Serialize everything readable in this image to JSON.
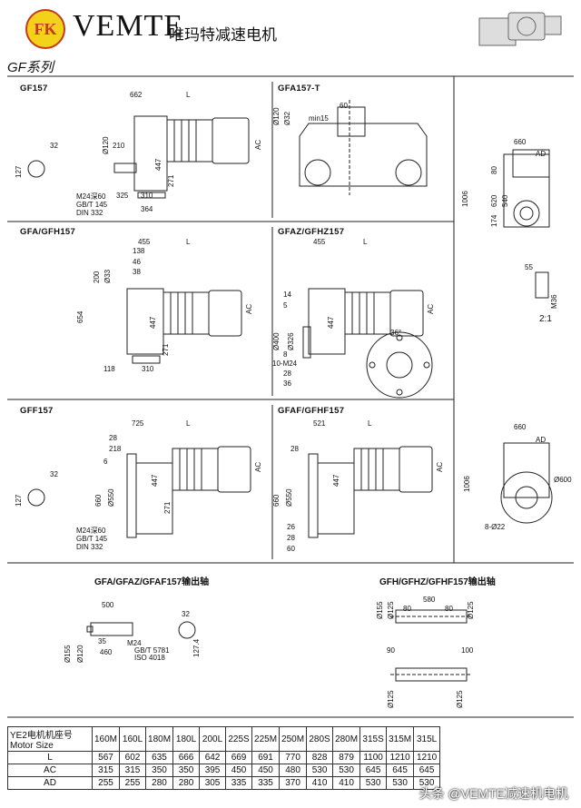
{
  "header": {
    "logo_text": "FK",
    "brand": "VEMTE",
    "tagline": "唯玛特减速电机",
    "series": "GF系列"
  },
  "panels": {
    "gf157": "GF157",
    "gfa157t": "GFA157-T",
    "gfa_gfh157": "GFA/GFH157",
    "gfaz_gfhz157": "GFAZ/GFHZ157",
    "gff157": "GFF157",
    "gfaf_gfhf157": "GFAF/GFHF157",
    "shaft_left": "GFA/GFAZ/GFAF157输出轴",
    "shaft_right": "GFH/GFHZ/GFHF157输出轴"
  },
  "dims": {
    "d662": "662",
    "L": "L",
    "AC": "AC",
    "AD": "AD",
    "d32": "32",
    "d127": "127",
    "d120": "Ø120",
    "d210": "210",
    "d447": "447",
    "d271": "271",
    "d325": "325",
    "d310": "310",
    "d364": "364",
    "gf_note1": "M24深60",
    "gf_note2": "GB/T 145",
    "gf_note3": "DIN 332",
    "d60": "60",
    "d32k": "Ø32",
    "min15": "min15",
    "d660": "660",
    "d80": "80",
    "d620": "620",
    "d540": "540",
    "d174": "174",
    "d1006": "1006",
    "d55": "55",
    "m36": "M36",
    "ratio": "2:1",
    "d455": "455",
    "d138": "138",
    "d46": "46",
    "d38": "38",
    "d200": "200",
    "d33": "Ø33",
    "d654": "654",
    "d118": "118",
    "d14": "14",
    "d5": "5",
    "d400": "Ø400",
    "d326": "Ø326",
    "d8": "8",
    "m10": "10-M24",
    "d28": "28",
    "d36": "36",
    "a36": "36°",
    "d725": "725",
    "d218": "218",
    "d6": "6",
    "d550": "Ø550",
    "d600": "Ø600",
    "d521": "521",
    "d26": "26",
    "d22": "8-Ø22",
    "d500": "500",
    "d35": "35",
    "d460": "460",
    "d155": "Ø155",
    "m24": "M24",
    "gb5781": "GB/T 5781",
    "iso4018": "ISO 4018",
    "d1274": "127.4",
    "d580": "580",
    "d90": "90",
    "d100": "100",
    "d125": "Ø125"
  },
  "table": {
    "header_label": "YE2电机机座号",
    "header_label2": "Motor Size",
    "sizes": [
      "160M",
      "160L",
      "180M",
      "180L",
      "200L",
      "225S",
      "225M",
      "250M",
      "280S",
      "280M",
      "315S",
      "315M",
      "315L"
    ],
    "rows": [
      {
        "label": "L",
        "values": [
          "567",
          "602",
          "635",
          "666",
          "642",
          "669",
          "691",
          "770",
          "828",
          "879",
          "1100",
          "1210",
          "1210"
        ]
      },
      {
        "label": "AC",
        "values": [
          "315",
          "315",
          "350",
          "350",
          "395",
          "450",
          "450",
          "480",
          "530",
          "530",
          "645",
          "645",
          "645"
        ]
      },
      {
        "label": "AD",
        "values": [
          "255",
          "255",
          "280",
          "280",
          "305",
          "335",
          "335",
          "370",
          "410",
          "410",
          "530",
          "530",
          "530"
        ]
      }
    ]
  },
  "watermark": "头条 @VEMTE减速机电机"
}
